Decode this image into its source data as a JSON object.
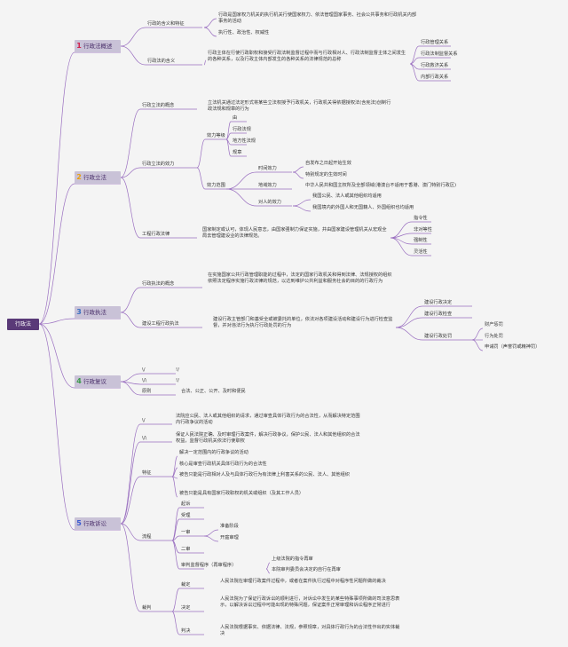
{
  "root": "行政法",
  "sections": [
    {
      "num": "1",
      "label": "行政法概述"
    },
    {
      "num": "2",
      "label": "行政立法"
    },
    {
      "num": "3",
      "label": "行政执法"
    },
    {
      "num": "4",
      "label": "行政复议"
    },
    {
      "num": "5",
      "label": "行政诉讼"
    }
  ],
  "s1": {
    "a": "行政的含义和特征",
    "a1": "行政是国家权力机关的执行机关行使国家权力、依法管理国家事务、社会公共事务和行政机关内部事务的活动",
    "a2": "执行性、政治性、权威性",
    "b": "行政法的含义",
    "b1": "行政主体在行使行政职权和接受行政法制监督过程中而与行政相对人、行政法制监督主体之间发生的各种关系，以及行政主体内部发生的各种关系的法律规范的总称",
    "r1": "行政管理关系",
    "r2": "行政法制监督关系",
    "r3": "行政救济关系",
    "r4": "内部行政关系"
  },
  "s2": {
    "a": "行政立法的概念",
    "a1": "立法机关通过法定形式将某些立法权授予行政机关，行政机关得依据授权法(含宪法)创制行政法规和规章的行为",
    "b": "行政立法的效力",
    "e1": "效力等级",
    "e1a": "由",
    "e1b": "行政法规",
    "e1c": "地方性法规",
    "e1d": "规章",
    "e2": "效力范围",
    "t": "时间效力",
    "t1": "自发布之日起开始生效",
    "t2": "特别规定的生效时间",
    "d": "地域效力",
    "d1": "中华人民共和国主权所及全部领域(港澳台不适用于香港、澳门特别行政区)",
    "p": "对人的效力",
    "p1": "我国公民、法人或其他组织均适用",
    "p2": "我国境内的外国人和无国籍人、外国组织也均适用",
    "c": "工程行政法律",
    "c1": "国家制定或认可，体现人民意志，由国家强制力保证实施，并由国家建设管理机关从宏观全局去管理建设业的法律规范。",
    "c2a": "指令性",
    "c2b": "非对等性",
    "c2c": "强制性",
    "c2d": "灵活性"
  },
  "s3": {
    "a": "行政执法的概念",
    "a1": "在实施国家公共行政管理职能的过程中，法定的国家行政机关和得到法律、法规授权的组织依照法定程序实施行政法律的规范，以达到维护公共利益和服务社会的目的的行政行为",
    "b": "建设工程行政执法",
    "b1": "建设行政主管部门和基受全或被委托的单位，依法对各项建设活动和建设行为进行检查监督，并对违法行为执行行政处罚的行为",
    "x1": "建设行政决定",
    "x2": "建设行政检查",
    "x3": "建设行政处罚",
    "x3a": "财产惩罚",
    "x3b": "行为处罚",
    "x3c": "申诫罚（声誉罚或精神罚）"
  },
  "s4": {
    "a": "\\/",
    "a1": "!/",
    "b": "\\/\\",
    "b1": "!/",
    "c": "原则",
    "c1": "合法、公正、公开、及时和便民"
  },
  "s5": {
    "a": "\\/",
    "a1": "法院应公民、法人或其他组织的请求，通过审查具体行政行为的合法性，从而解决特定范围内行政争议的活动",
    "b": "\\/\\",
    "b1": "保证人民法院正确、及时审理行政案件，解决行政争议，保护公民、法人和其他组织的合法权益，监督行政机关依法行使职权",
    "c": "特征",
    "c1": "解决一定范围内的行政争议的活动",
    "c2": "核心是审查行政机关具体行政行为的合法性",
    "c3": "被告只能是行政相对人及与具体行政行为有法律上利害关系的公民、法人、其他组织",
    "c4": "被告只能是具有国家行政职权的机关或组织（及其工作人员）",
    "d": "流程",
    "d1": "起诉",
    "d2": "受理",
    "d3": "一审",
    "d3a": "准备阶段",
    "d3b": "开庭审理",
    "d4": "二审",
    "d5": "审判监督程序（再审程序）",
    "d5a": "上级法院的指令再审",
    "d5b": "本院审判委员会决定的自行在再审",
    "e": "裁判",
    "e1": "裁定",
    "e1a": "人民法院在审理行政案件过程中，或者在案件执行过程中对程序性问题所做的裁决",
    "e2": "决定",
    "e2a": "人民法院为了保证行政诉讼的顺利进行，对诉讼中发生的某些特殊事项所做的司法意思表示，以解决诉讼过程中可能出现的特殊问题，保证案件正常审理和诉讼程序正常进行",
    "e3": "判决",
    "e3a": "人民法院根据事实、依据法律、法规，参照规章，对具体行政行为的合法性作出的实体裁决"
  },
  "colors": {
    "line": "#9a6fc0",
    "root": "#5a3a78",
    "section": "#c9c2d7"
  }
}
